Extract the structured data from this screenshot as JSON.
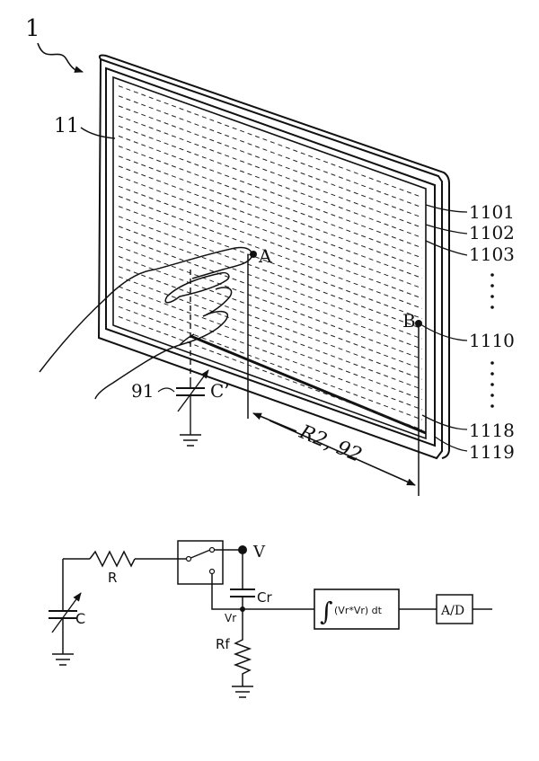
{
  "figure": {
    "ref_main": "1",
    "ref_panel": "11",
    "point_a": "A",
    "point_b": "B",
    "ref_91": "91",
    "cap_c_prime": "C’",
    "dim_label": "R2, 92",
    "electrodes": [
      "1101",
      "1102",
      "1103",
      "1110",
      "1118",
      "1119"
    ]
  },
  "circuit": {
    "r_label": "R",
    "c_label": "C",
    "v_label": "V",
    "cr_label": "Cr",
    "vr_label": "Vr",
    "rf_label": "Rf",
    "integrator_label": "(Vr*Vr) dt",
    "integral_sign": "∫",
    "adc_label": "A/D"
  }
}
